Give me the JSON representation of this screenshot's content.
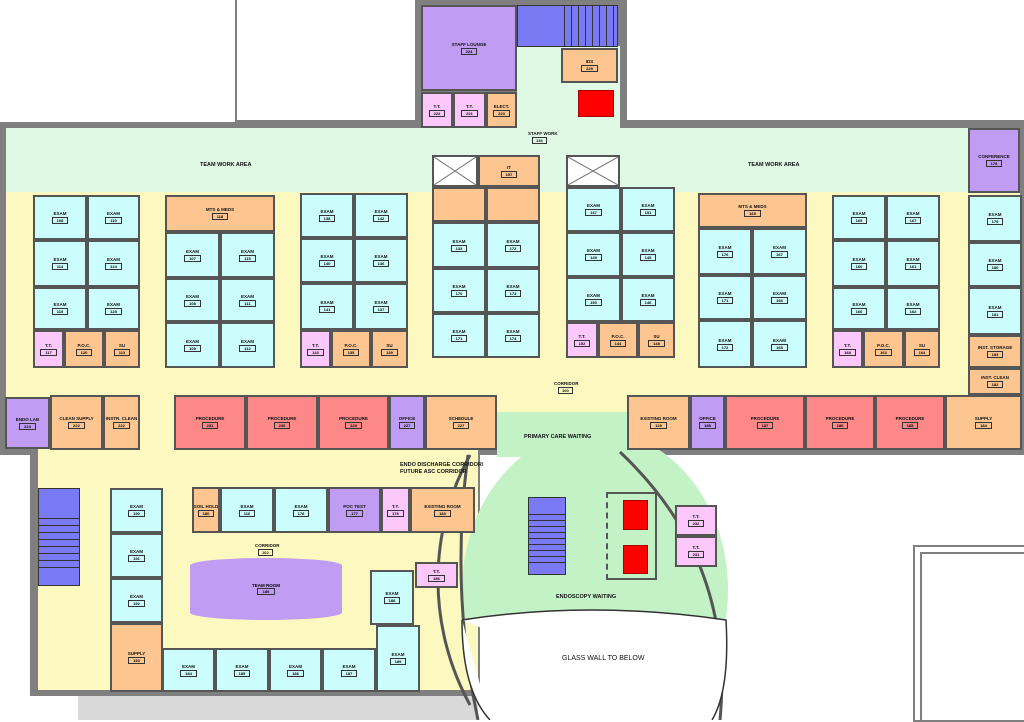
{
  "palette": {
    "exam": "#ccfdfd",
    "support": "#fdc690",
    "toilet": "#fcc8fc",
    "purple": "#c09cf2",
    "procedure": "#fc8888",
    "shaft": "#ffffff",
    "corridor": "#fbf8c0",
    "teamwork": "#e0f9e4",
    "waiting": "#c2f2c6",
    "stair": "#7a7af5",
    "elevator": "#ff0000",
    "floor_below": "#d9d9d9"
  },
  "area_labels": [
    "TEAM WORK AREA",
    "TEAM WORK AREA",
    "CORRIDOR",
    "100",
    "PRIMARY CARE WAITING",
    "ENDO DISCHARGE CORRIDOR/",
    "FUTURE ASC CORRIDOR",
    "ENDOSCOPY WAITING",
    "GLASS WALL TO BELOW",
    "STAFF WORK",
    "136",
    "CORRIDOR",
    "102",
    "TEAM ROOM",
    "189"
  ],
  "rooms": [
    {
      "label": "EXAM",
      "num": "108",
      "type": "exam"
    },
    {
      "label": "EXAM",
      "num": "110",
      "type": "exam"
    },
    {
      "label": "EXAM",
      "num": "114",
      "type": "exam"
    },
    {
      "label": "EXAM",
      "num": "124",
      "type": "exam"
    },
    {
      "label": "EXAM",
      "num": "115",
      "type": "exam"
    },
    {
      "label": "EXAM",
      "num": "125",
      "type": "exam"
    },
    {
      "label": "T.T.",
      "num": "117",
      "type": "toilet"
    },
    {
      "label": "P.O.C.",
      "num": "120",
      "type": "support"
    },
    {
      "label": "SU",
      "num": "113",
      "type": "support"
    },
    {
      "label": "MTS & MEDS",
      "num": "118",
      "type": "support"
    },
    {
      "label": "EXAM",
      "num": "107",
      "type": "exam"
    },
    {
      "label": "EXAM",
      "num": "115",
      "type": "exam"
    },
    {
      "label": "EXAM",
      "num": "108",
      "type": "exam"
    },
    {
      "label": "EXAM",
      "num": "111",
      "type": "exam"
    },
    {
      "label": "EXAM",
      "num": "109",
      "type": "exam"
    },
    {
      "label": "EXAM",
      "num": "112",
      "type": "exam"
    },
    {
      "label": "EXAM",
      "num": "138",
      "type": "exam"
    },
    {
      "label": "EXAM",
      "num": "142",
      "type": "exam"
    },
    {
      "label": "EXAM",
      "num": "140",
      "type": "exam"
    },
    {
      "label": "EXAM",
      "num": "136",
      "type": "exam"
    },
    {
      "label": "EXAM",
      "num": "141",
      "type": "exam"
    },
    {
      "label": "EXAM",
      "num": "137",
      "type": "exam"
    },
    {
      "label": "T.T.",
      "num": "143",
      "type": "toilet"
    },
    {
      "label": "P.O.C.",
      "num": "135",
      "type": "support"
    },
    {
      "label": "SU",
      "num": "139",
      "type": "support"
    },
    {
      "type": "shaft"
    },
    {
      "label": "IT",
      "num": "157",
      "type": "support"
    },
    {
      "type": "support"
    },
    {
      "type": "support"
    },
    {
      "label": "EXAM",
      "num": "133",
      "type": "exam"
    },
    {
      "label": "EXAM",
      "num": "172",
      "type": "exam"
    },
    {
      "label": "EXAM",
      "num": "170",
      "type": "exam"
    },
    {
      "label": "EXAM",
      "num": "173",
      "type": "exam"
    },
    {
      "label": "EXAM",
      "num": "171",
      "type": "exam"
    },
    {
      "label": "EXAM",
      "num": "174",
      "type": "exam"
    },
    {
      "type": "shaft"
    },
    {
      "label": "EXAM",
      "num": "147",
      "type": "exam"
    },
    {
      "label": "EXAM",
      "num": "151",
      "type": "exam"
    },
    {
      "label": "EXAM",
      "num": "149",
      "type": "exam"
    },
    {
      "label": "EXAM",
      "num": "145",
      "type": "exam"
    },
    {
      "label": "EXAM",
      "num": "150",
      "type": "exam"
    },
    {
      "label": "EXAM",
      "num": "146",
      "type": "exam"
    },
    {
      "label": "T.T.",
      "num": "152",
      "type": "toilet"
    },
    {
      "label": "P.O.C.",
      "num": "144",
      "type": "support"
    },
    {
      "label": "SU",
      "num": "148",
      "type": "support"
    },
    {
      "label": "MTS & MEDS",
      "num": "169",
      "type": "support"
    },
    {
      "label": "EXAM",
      "num": "176",
      "type": "exam"
    },
    {
      "label": "EXAM",
      "num": "167",
      "type": "exam"
    },
    {
      "label": "EXAM",
      "num": "171",
      "type": "exam"
    },
    {
      "label": "EXAM",
      "num": "166",
      "type": "exam"
    },
    {
      "label": "EXAM",
      "num": "172",
      "type": "exam"
    },
    {
      "label": "EXAM",
      "num": "168",
      "type": "exam"
    },
    {
      "label": "EXAM",
      "num": "165",
      "type": "exam"
    },
    {
      "label": "EXAM",
      "num": "167",
      "type": "exam"
    },
    {
      "label": "EXAM",
      "num": "160",
      "type": "exam"
    },
    {
      "label": "EXAM",
      "num": "161",
      "type": "exam"
    },
    {
      "label": "EXAM",
      "num": "166",
      "type": "exam"
    },
    {
      "label": "EXAM",
      "num": "162",
      "type": "exam"
    },
    {
      "label": "T.T.",
      "num": "168",
      "type": "toilet"
    },
    {
      "label": "P.O.C.",
      "num": "163",
      "type": "support"
    },
    {
      "label": "SU",
      "num": "164",
      "type": "support"
    },
    {
      "label": "CONFERENCE",
      "num": "178",
      "type": "purple"
    },
    {
      "label": "EXAM",
      "num": "179",
      "type": "exam"
    },
    {
      "label": "EXAM",
      "num": "180",
      "type": "exam"
    },
    {
      "label": "EXAM",
      "num": "181",
      "type": "exam"
    },
    {
      "label": "INST. STORAGE",
      "num": "183",
      "type": "support"
    },
    {
      "label": "INST. CLEAN",
      "num": "182",
      "type": "support"
    },
    {
      "label": "ENDO LAB",
      "num": "224",
      "type": "purple"
    },
    {
      "label": "CLEAN SUPPLY",
      "num": "222",
      "type": "support"
    },
    {
      "label": "INSTR. CLEAN",
      "num": "222",
      "type": "support"
    },
    {
      "label": "PROCEDURE",
      "num": "231",
      "type": "procedure"
    },
    {
      "label": "PROCEDURE",
      "num": "230",
      "type": "procedure"
    },
    {
      "label": "PROCEDURE",
      "num": "229",
      "type": "procedure"
    },
    {
      "label": "OFFICE",
      "num": "227",
      "type": "purple"
    },
    {
      "label": "SCHEDULE",
      "num": "227",
      "type": "support"
    },
    {
      "label": "EXISTING ROOM",
      "num": "129",
      "type": "support"
    },
    {
      "label": "OFFICE",
      "num": "188",
      "type": "purple"
    },
    {
      "label": "PROCEDURE",
      "num": "187",
      "type": "procedure"
    },
    {
      "label": "PROCEDURE",
      "num": "186",
      "type": "procedure"
    },
    {
      "label": "PROCEDURE",
      "num": "185",
      "type": "procedure"
    },
    {
      "label": "SUPPLY",
      "num": "184",
      "type": "support"
    },
    {
      "label": "STAFF LOUNGE",
      "num": "224",
      "type": "purple"
    },
    {
      "label": "T.T.",
      "num": "222",
      "type": "toilet"
    },
    {
      "label": "T.T.",
      "num": "221",
      "type": "toilet"
    },
    {
      "label": "ELECT.",
      "num": "223",
      "type": "support"
    },
    {
      "label": "IDS",
      "num": "225",
      "type": "support"
    },
    {
      "label": "EXAM",
      "num": "190",
      "type": "exam"
    },
    {
      "label": "EXAM",
      "num": "191",
      "type": "exam"
    },
    {
      "label": "EXAM",
      "num": "192",
      "type": "exam"
    },
    {
      "label": "SUPPLY",
      "num": "193",
      "type": "support"
    },
    {
      "label": "SOIL HOLD",
      "num": "180",
      "type": "support"
    },
    {
      "label": "EXAM",
      "num": "116",
      "type": "exam"
    },
    {
      "label": "EXAM",
      "num": "178",
      "type": "exam"
    },
    {
      "label": "POC TEST",
      "num": "177",
      "type": "purple"
    },
    {
      "label": "T.T.",
      "num": "176",
      "type": "toilet"
    },
    {
      "label": "EXISTING ROOM",
      "num": "183",
      "type": "support"
    },
    {
      "label": "EXAM",
      "num": "184",
      "type": "exam"
    },
    {
      "label": "EXAM",
      "num": "185",
      "type": "exam"
    },
    {
      "label": "EXAM",
      "num": "186",
      "type": "exam"
    },
    {
      "label": "EXAM",
      "num": "187",
      "type": "exam"
    },
    {
      "label": "EXAM",
      "num": "189",
      "type": "exam"
    },
    {
      "label": "EXAM",
      "num": "188",
      "type": "exam"
    },
    {
      "label": "T.T.",
      "num": "186",
      "type": "toilet"
    },
    {
      "label": "T.T.",
      "num": "232",
      "type": "toilet"
    },
    {
      "label": "T.T.",
      "num": "231",
      "type": "toilet"
    }
  ]
}
